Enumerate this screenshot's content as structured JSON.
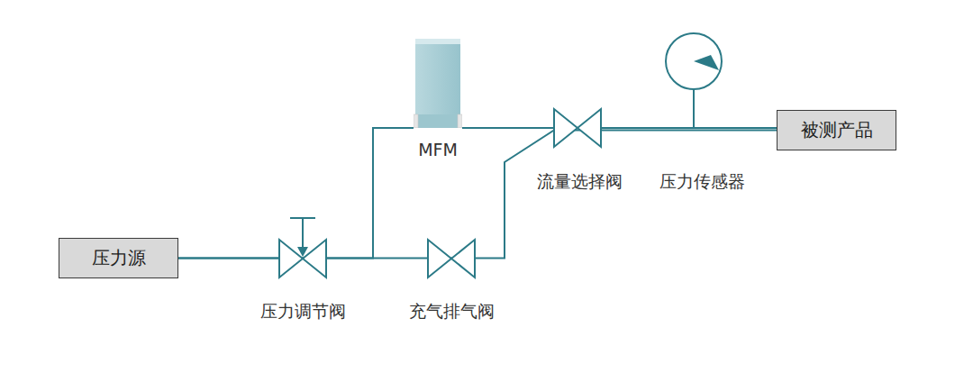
{
  "diagram": {
    "nodes": [
      {
        "text": [
          "压力源"
        ]
      },
      {
        "text": [
          "MFM"
        ]
      },
      {
        "text": [
          "被测产品"
        ]
      }
    ],
    "edges": [
      {
        "from": 0,
        "to": 1,
        "arrow": "none"
      },
      {
        "from": 1,
        "to": 2,
        "arrow": "none"
      },
      {
        "from": 0,
        "to": 2,
        "arrow": "none"
      }
    ],
    "labels": [
      "压力调节阀",
      "充气排气阀",
      "流量选择阀",
      "压力传感器"
    ]
  }
}
